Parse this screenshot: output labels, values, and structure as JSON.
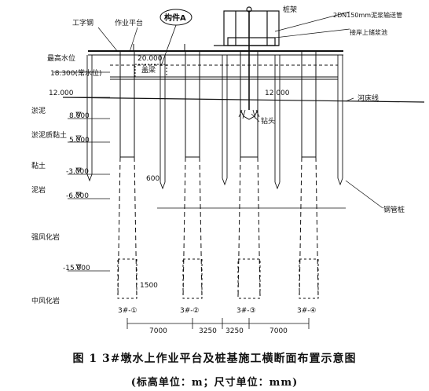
{
  "labels": {
    "gongzi_steel": "工字钢",
    "work_platform": "作业平台",
    "component": "构件A",
    "pile_frame": "桩架",
    "pipe_line1": "2DN150mm泥浆输送管",
    "pipe_line2": "接岸上储浆池",
    "max_water": "最高水位",
    "el_20": "20.000",
    "cap_beam": "盖梁",
    "el_18_3": "18.300(常水位)",
    "el_12_left": "12.000",
    "el_12_mid": "12.000",
    "riverbed": "河床线",
    "drill_bit": "钻头",
    "steel_pile": "钢管桩",
    "dim_600": "600",
    "dim_1500": "1500"
  },
  "strata": [
    {
      "name": "淤泥",
      "elev": "8.000"
    },
    {
      "name": "淤泥质黏土",
      "elev": "5.000"
    },
    {
      "name": "黏土",
      "elev": "-3.000"
    },
    {
      "name": "泥岩",
      "elev": "-6.000"
    },
    {
      "name": "强风化岩",
      "elev": "-15.000"
    },
    {
      "name": "中风化岩",
      "elev": ""
    }
  ],
  "piles": [
    "3#-①",
    "3#-②",
    "3#-③",
    "3#-④"
  ],
  "spacings": [
    "7000",
    "3250",
    "3250",
    "7000"
  ],
  "caption": {
    "title": "图 1   3#墩水上作业平台及桩基施工横断面布置示意图",
    "subtitle": "(标高单位：m；尺寸单位：mm)"
  }
}
